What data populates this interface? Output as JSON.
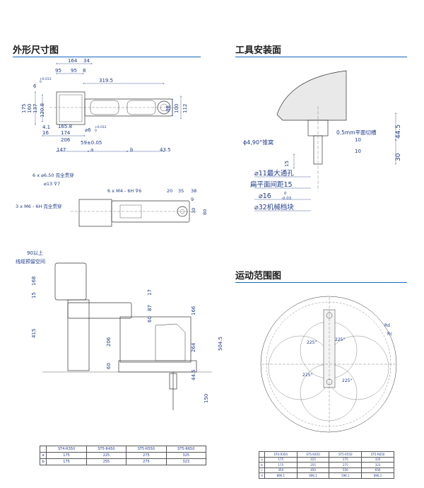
{
  "sections": {
    "outline": "外形尺寸图",
    "tool_mount": "工具安装面",
    "motion_range": "运动范围图"
  },
  "colors": {
    "accent": "#1565c0",
    "dim_text": "#1e3a8a",
    "line": "#333333"
  },
  "top_view": {
    "dims_top": [
      "164",
      "34",
      "95",
      "95",
      "8",
      "319.5"
    ],
    "tol": [
      "+0.012",
      "0",
      "6"
    ],
    "dims_left": [
      "175",
      "160",
      "137",
      "120.8"
    ],
    "dims_right": [
      "88",
      "100",
      "112"
    ],
    "dims_bottom_small": [
      "4.1",
      "165.8",
      "16",
      "174",
      "206"
    ],
    "hole_tol": [
      "⌀6",
      "+0.012",
      "0"
    ],
    "dims_bottom": [
      "59±0.05",
      "147",
      "a",
      "b",
      "43.5"
    ]
  },
  "base_view": {
    "note1": "6 x ⌀6.50 完全贯穿",
    "note2": "⌀13 ⊽7",
    "note3": "3 x M6 - 6H 完全贯穿",
    "note4": "6 x M4 - 6H ⊽6",
    "dims_top": [
      "20",
      "35",
      "38"
    ],
    "dims_right": [
      "9",
      "30",
      "80"
    ]
  },
  "side_view": {
    "cable_note1": "90以上",
    "cable_note2": "线缆预留空间",
    "dims_left": [
      "168",
      "15",
      "415"
    ],
    "dims_mid": [
      "17",
      "87",
      "60",
      "206",
      "60"
    ],
    "dims_right": [
      "166",
      "264",
      "504.5",
      "44.5",
      "150"
    ]
  },
  "tool_mount_view": {
    "chamfer": "ϕ4,90°锥窝",
    "flat_cut": "0.5mm平面切槽",
    "dims_right": [
      "44.5",
      "10",
      "10",
      "30"
    ],
    "dim_left": "15",
    "max_hole": "⌀11最大通孔",
    "flat_dist": "扁平面间距15",
    "shaft": "⌀16",
    "shaft_tol_top": "0",
    "shaft_tol_bot": "-0.03",
    "block": "⌀32机械档块"
  },
  "motion_view": {
    "angles": [
      "225°",
      "225°",
      "225°",
      "225°"
    ],
    "labels": [
      "Rd",
      "Rc"
    ]
  },
  "dim_table": {
    "headers": [
      "",
      "ST4-R350",
      "ST5-R450",
      "ST5-R550",
      "ST5-R650"
    ],
    "rows": [
      [
        "a",
        "175",
        "225",
        "275",
        "325"
      ],
      [
        "b",
        "175",
        "255",
        "275",
        "323"
      ]
    ]
  },
  "range_table": {
    "headers": [
      "",
      "ST4-R350",
      "ST5-R450",
      "ST5-R550",
      "ST5-R650"
    ],
    "rows": [
      [
        "a",
        "175",
        "225",
        "275",
        "325"
      ],
      [
        "b",
        "175",
        "255",
        "275",
        "323"
      ],
      [
        "c",
        "350",
        "450",
        "550",
        "650"
      ],
      [
        "d",
        "896.1",
        "696.1",
        "596.1",
        "896.1"
      ]
    ]
  }
}
